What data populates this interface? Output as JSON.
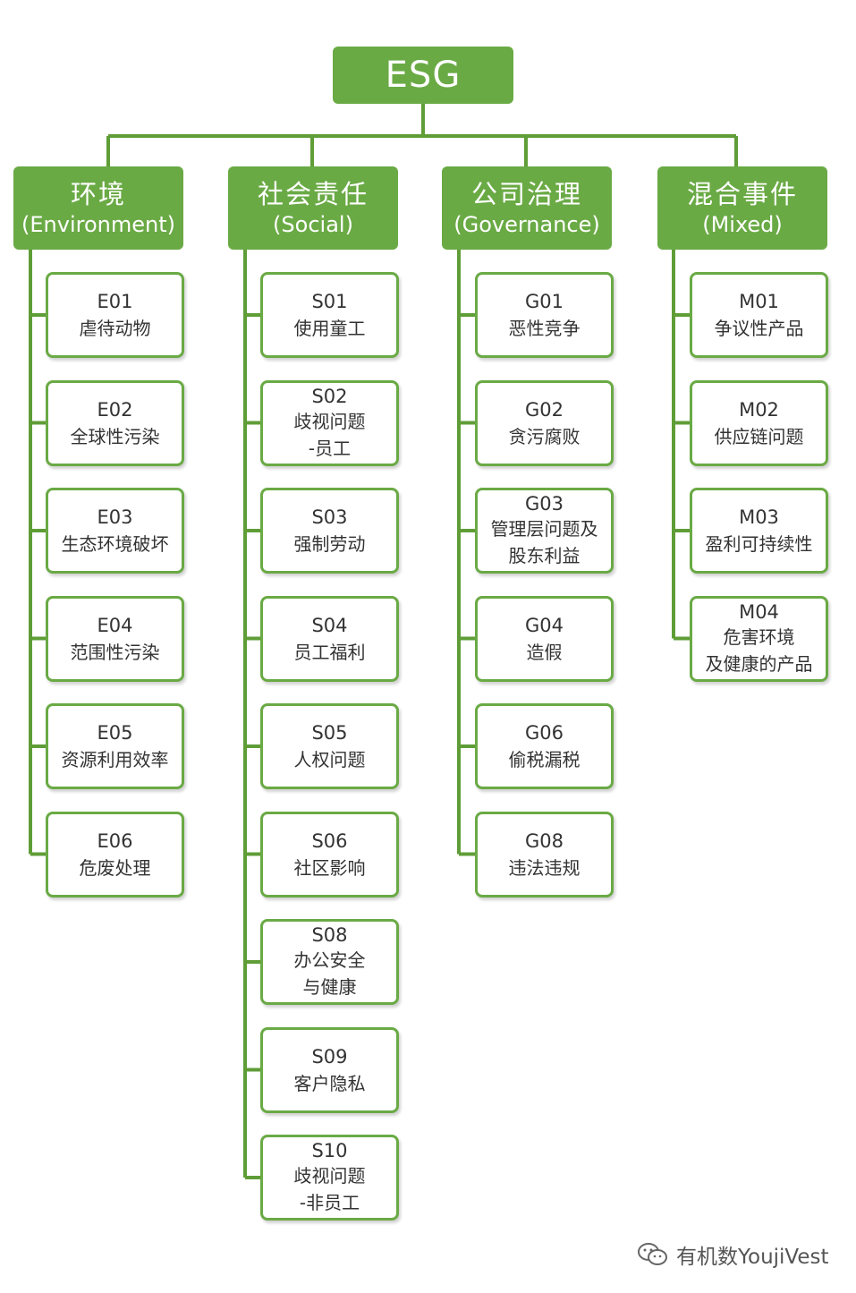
{
  "root": "ESG",
  "categories": [
    {
      "title": "环境",
      "subtitle": "(Environment)",
      "items": [
        {
          "code": "E01",
          "name": [
            "虐待动物"
          ]
        },
        {
          "code": "E02",
          "name": [
            "全球性污染"
          ]
        },
        {
          "code": "E03",
          "name": [
            "生态环境破坏"
          ]
        },
        {
          "code": "E04",
          "name": [
            "范围性污染"
          ]
        },
        {
          "code": "E05",
          "name": [
            "资源利用效率"
          ]
        },
        {
          "code": "E06",
          "name": [
            "危废处理"
          ]
        }
      ]
    },
    {
      "title": "社会责任",
      "subtitle": "(Social)",
      "items": [
        {
          "code": "S01",
          "name": [
            "使用童工"
          ]
        },
        {
          "code": "S02",
          "name": [
            "歧视问题",
            "-员工"
          ]
        },
        {
          "code": "S03",
          "name": [
            "强制劳动"
          ]
        },
        {
          "code": "S04",
          "name": [
            "员工福利"
          ]
        },
        {
          "code": "S05",
          "name": [
            "人权问题"
          ]
        },
        {
          "code": "S06",
          "name": [
            "社区影响"
          ]
        },
        {
          "code": "S08",
          "name": [
            "办公安全",
            "与健康"
          ]
        },
        {
          "code": "S09",
          "name": [
            "客户隐私"
          ]
        },
        {
          "code": "S10",
          "name": [
            "歧视问题",
            "-非员工"
          ]
        }
      ]
    },
    {
      "title": "公司治理",
      "subtitle": "(Governance)",
      "items": [
        {
          "code": "G01",
          "name": [
            "恶性竞争"
          ]
        },
        {
          "code": "G02",
          "name": [
            "贪污腐败"
          ]
        },
        {
          "code": "G03",
          "name": [
            "管理层问题及",
            "股东利益"
          ]
        },
        {
          "code": "G04",
          "name": [
            "造假"
          ]
        },
        {
          "code": "G06",
          "name": [
            "偷税漏税"
          ]
        },
        {
          "code": "G08",
          "name": [
            "违法违规"
          ]
        }
      ]
    },
    {
      "title": "混合事件",
      "subtitle": "(Mixed)",
      "items": [
        {
          "code": "M01",
          "name": [
            "争议性产品"
          ]
        },
        {
          "code": "M02",
          "name": [
            "供应链问题"
          ]
        },
        {
          "code": "M03",
          "name": [
            "盈利可持续性"
          ]
        },
        {
          "code": "M04",
          "name": [
            "危害环境",
            "及健康的产品"
          ]
        }
      ]
    }
  ],
  "watermark": "有机数YoujiVest",
  "colors": {
    "box_fill": "#6aaa45",
    "line": "#5f9d37",
    "leaf_border": "#6aaa45"
  }
}
